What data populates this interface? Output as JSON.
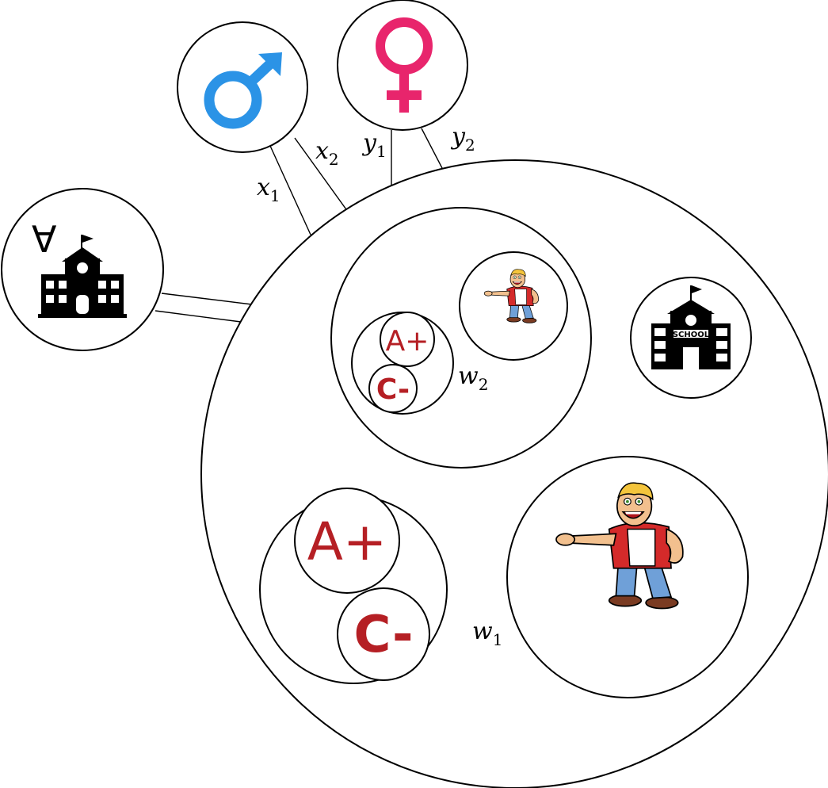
{
  "labels": {
    "x1": "x",
    "x1_sub": "1",
    "x2": "x",
    "x2_sub": "2",
    "y1": "y",
    "y1_sub": "1",
    "y2": "y",
    "y2_sub": "2",
    "w1": "w",
    "w1_sub": "1",
    "w2": "w",
    "w2_sub": "2"
  },
  "grades": {
    "small_high": "A+",
    "small_low": "C-",
    "large_high": "A+",
    "large_low": "C-"
  },
  "icons": {
    "male": "male-symbol-icon",
    "female": "female-symbol-icon",
    "university": "university-forall-icon",
    "school": "school-building-icon",
    "student": "pointing-student-icon"
  },
  "school_sign": "SCHOOL",
  "forall_symbol": "∀",
  "colors": {
    "male": "#2b93e6",
    "female": "#e8256c",
    "grade": "#b51f24"
  }
}
